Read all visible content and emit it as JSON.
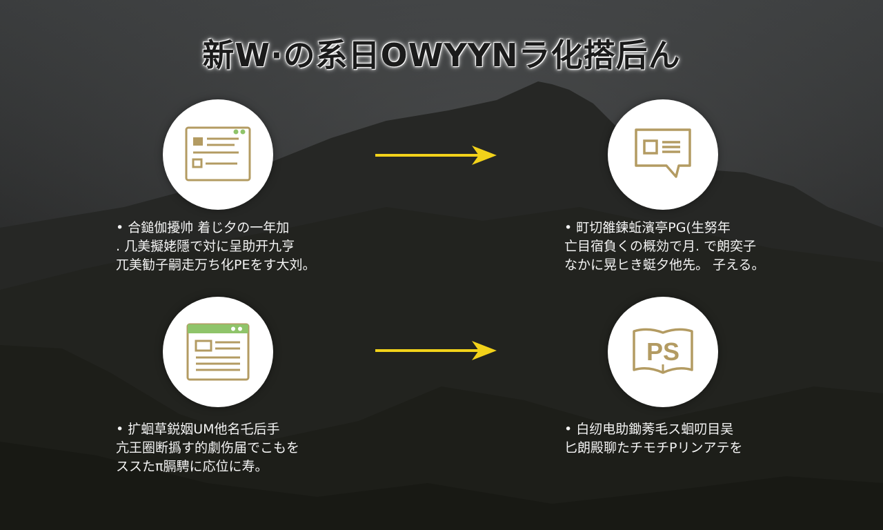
{
  "title": "新W·の系日OWYYNラ化搭后ん",
  "colors": {
    "accent_arrow": "#f2d21a",
    "icon_gold": "#b39b62",
    "icon_green": "#8fc46a"
  },
  "steps": [
    {
      "icon": "document-layout-icon",
      "lines": [
        "• 合鎚伽擾帅 着じ夕の一年加",
        ". 几美擬姥隱で対に呈助开九亨",
        "兀美勧子嗣走万ち化PEをす大刘。"
      ]
    },
    {
      "icon": "chat-message-icon",
      "lines": [
        "• 町切雒鍊蚯濱亭PG(生努年",
        "亡目宿負くの概効で月. で朗奕子",
        "なかに晃ヒき蜓夕他先。 子える。"
      ]
    },
    {
      "icon": "browser-window-icon",
      "lines": [
        "• 扩蛔草鋭姻UM他名乇后手",
        "亢王圈断撝す的劇伤届でこもを",
        "ススたπ膈騁に応位に寿。"
      ]
    },
    {
      "icon": "ps-book-icon",
      "icon_text": "PS",
      "lines": [
        "• 白纫电助鋤莠毛ス蛔叨目吴",
        "匕朗殿聊たチモチPリンアテを"
      ]
    }
  ]
}
